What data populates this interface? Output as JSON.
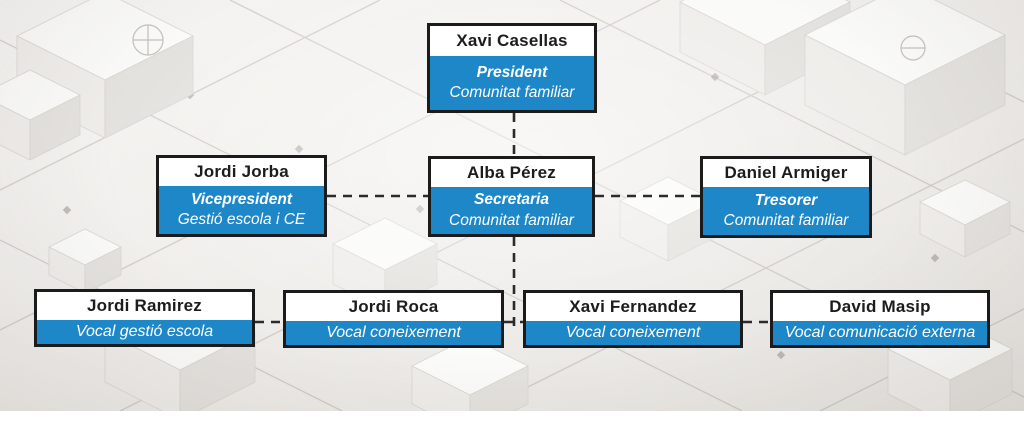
{
  "colors": {
    "accent_blue": "#1e87c8",
    "box_border": "#1b1b1b",
    "connector": "#2b2b2b"
  },
  "org_chart": {
    "type": "org-chart",
    "nodes": [
      {
        "name": "Xavi Casellas",
        "role": "President",
        "detail": "Comunitat familiar"
      },
      {
        "name": "Jordi Jorba",
        "role": "Vicepresident",
        "detail": "Gestió escola i CE"
      },
      {
        "name": "Alba Pérez",
        "role": "Secretaria",
        "detail": "Comunitat familiar"
      },
      {
        "name": "Daniel Armiger",
        "role": "Tresorer",
        "detail": "Comunitat familiar"
      },
      {
        "name": "Jordi Ramirez",
        "role": "Vocal gestió escola"
      },
      {
        "name": "Jordi Roca",
        "role": "Vocal coneixement"
      },
      {
        "name": "Xavi Fernandez",
        "role": "Vocal coneixement"
      },
      {
        "name": "David Masip",
        "role": "Vocal comunicació externa"
      }
    ]
  }
}
